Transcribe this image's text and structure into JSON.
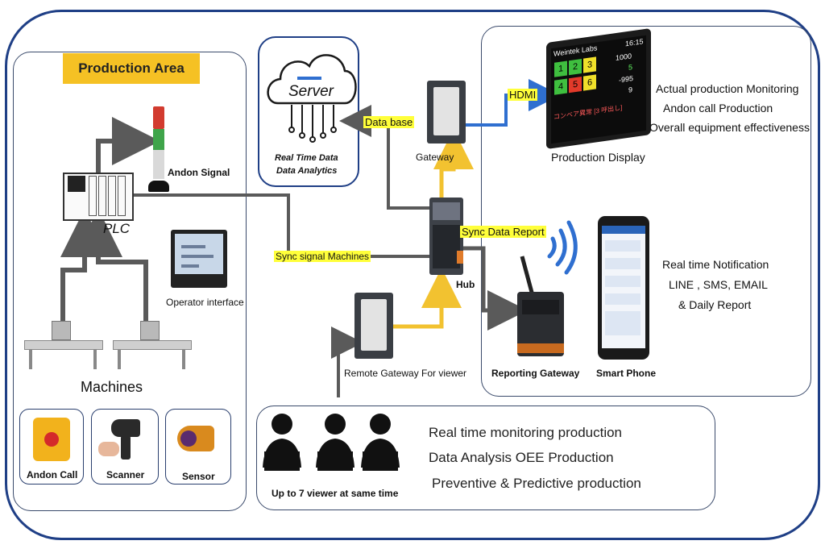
{
  "production_area": {
    "title": "Production Area"
  },
  "labels": {
    "andon_signal": "Andon Signal",
    "plc": "PLC",
    "operator_interface": "Operator interface",
    "machines": "Machines",
    "andon_call": "Andon Call",
    "scanner": "Scanner",
    "sensor": "Sensor",
    "server": "Server",
    "server_caption_1": "Real Time Data",
    "server_caption_2": "Data Analytics",
    "data_base": "Data base",
    "gateway": "Gateway",
    "hdmi": "HDMI",
    "sync_signal": "Sync signal Machines",
    "sync_report": "Sync Data Report",
    "hub": "Hub",
    "remote_gateway": "Remote Gateway For viewer",
    "reporting_gateway": "Reporting Gateway",
    "smart_phone": "Smart Phone",
    "production_display": "Production Display",
    "viewers": "Up to 7 viewer at same time"
  },
  "display_screen": {
    "brand": "Weintek Labs",
    "time": "16:15",
    "cells": [
      "1",
      "2",
      "3",
      "4",
      "5",
      "6"
    ],
    "values": [
      "1000",
      "5",
      "-995",
      "9"
    ],
    "footer": "コンベア異常 [3 呼出し]"
  },
  "display_features": [
    "Actual production Monitoring",
    "Andon call Production",
    "Overall equipment effectiveness"
  ],
  "notification_features": [
    "Real time Notification",
    "LINE , SMS, EMAIL",
    "& Daily Report"
  ],
  "viewer_features": [
    "Real time monitoring production",
    "Data Analysis OEE Production",
    "Preventive & Predictive production"
  ],
  "colors": {
    "frame": "#1f3f86",
    "highlight": "#ffff3a",
    "arrow_gray": "#5a5a5a",
    "arrow_yellow": "#f2c230",
    "arrow_blue": "#2f6fd0"
  }
}
